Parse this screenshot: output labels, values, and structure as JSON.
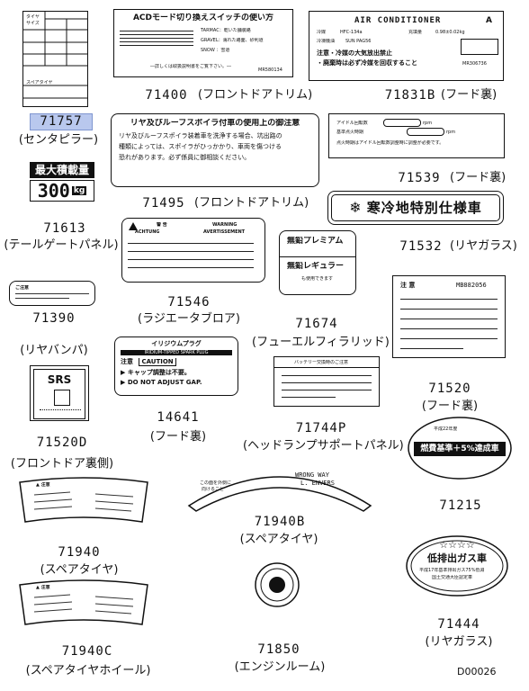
{
  "diagram_code": "D00026",
  "labels": [
    {
      "part": "71757",
      "location": "(センタピラー)",
      "highlighted": true
    },
    {
      "part": "71400",
      "location": "(フロントドアトリム)"
    },
    {
      "part": "71831B",
      "location": "(フード裏)"
    },
    {
      "part": "71613",
      "location": "(テールゲートパネル)"
    },
    {
      "part": "71495",
      "location": "(フロントドアトリム)"
    },
    {
      "part": "71539",
      "location": "(フード裏)"
    },
    {
      "part": "71532",
      "location": "(リヤガラス)"
    },
    {
      "part": "71546",
      "location": "(ラジエータブロア)"
    },
    {
      "part": "71674",
      "location": "(フューエルフィラリッド)"
    },
    {
      "part": "71390",
      "location": "(リヤバンパ)"
    },
    {
      "part": "71520",
      "location": "(フード裏)"
    },
    {
      "part": "14641",
      "location": "(フード裏)"
    },
    {
      "part": "71744P",
      "location": "(ヘッドランプサポートパネル)"
    },
    {
      "part": "71520D",
      "location": "(フロントドア裏側)"
    },
    {
      "part": "71215",
      "location": ""
    },
    {
      "part": "71940",
      "location": "(スペアタイヤ)"
    },
    {
      "part": "71940B",
      "location": "(スペアタイヤ)"
    },
    {
      "part": "71940C",
      "location": "(スペアタイヤホイール)"
    },
    {
      "part": "71850",
      "location": "(エンジンルーム)"
    },
    {
      "part": "71444",
      "location": "(リヤガラス)"
    }
  ],
  "decals": {
    "acd": {
      "title": "ACDモード切り換えスイッチの使い方",
      "tarmac": "TARMAC：乾いた舗装路",
      "gravel": "GRAVEL：濡れた路面、砂利道",
      "snow": "SNOW ：雪道",
      "note": "―詳しくは取扱説明書をご覧下さい。―",
      "code": "MR580134"
    },
    "ac": {
      "title": "AIR CONDITIONER",
      "mark": "A",
      "refrigerant_label": "冷媒",
      "refrigerant": "HFC-134a",
      "amount_label": "充填量",
      "amount": "0.98±0.02kg",
      "oil_label": "冷凍機油",
      "oil": "SUN PAG56",
      "warning1": "注意・冷媒の大気放出禁止",
      "warning2": "・廃棄時は必ず冷媒を回収すること",
      "code": "MR306736"
    },
    "tire": {
      "title_l1": "タイヤ",
      "title_l2": "サイズ",
      "spare_label": "スペアタイヤ"
    },
    "max_load": {
      "title": "最大積載量",
      "value": "300",
      "unit": "kg"
    },
    "spoiler": {
      "title": "リヤ及びルーフスポイラ付車の使用上の御注意",
      "body1": "リヤ及びルーフスポイラ装着車を洗浄する場合、坑出路の",
      "body2": "種類によっては、スポイラがひっかかり、車両を傷つける",
      "body3": "恐れがあります。必ず係員に御相談ください。"
    },
    "idle": {
      "line1": "アイドル回転数",
      "unit": "rpm",
      "line2": "基準点火時期",
      "note": "点火時期はアイドル回転数調整時に調整が必要です。"
    },
    "cold": {
      "icon": "❄",
      "text": "寒冷地特別仕様車"
    },
    "warning": {
      "jp": "警 告",
      "en_title": "WARNING",
      "de": "ACHTUNG",
      "fr": "AVERTISSEMENT"
    },
    "fuel": {
      "premium": "無鉛プレミアム",
      "regular": "無鉛レギュラー",
      "note": "も使用できます"
    },
    "caution_label": {
      "title": "ご注意"
    },
    "caution_sheet": {
      "title": "注 意",
      "code": "MB882056"
    },
    "spark": {
      "title": "イリジウムプラグ",
      "en": "IRIDIUM-TIPPED SPARK PLUG",
      "caution_jp": "注意",
      "caution": "CAUTION",
      "line1": "▶ キャップ調整は不要。",
      "line2": "▶ DO NOT ADJUST GAP."
    },
    "battery": {
      "title": "バッテリー交換時のご注意"
    },
    "srs": {
      "text": "SRS"
    },
    "fuel_econ": {
      "year": "平成22年度",
      "text": "燃費基準＋5%達成車"
    },
    "spare_arc": {
      "en1": "WRONG WAY",
      "en2": "L. ENVERS",
      "jp1": "この面を外側に",
      "jp2": "向けること"
    },
    "low_emission": {
      "stars": "☆☆☆☆",
      "title": "低排出ガス車",
      "sub1": "平成17年基準排出ガス75%低減",
      "sub2": "国土交通大臣認定車"
    },
    "tire_arc": {
      "head": "▲ 注意"
    }
  }
}
